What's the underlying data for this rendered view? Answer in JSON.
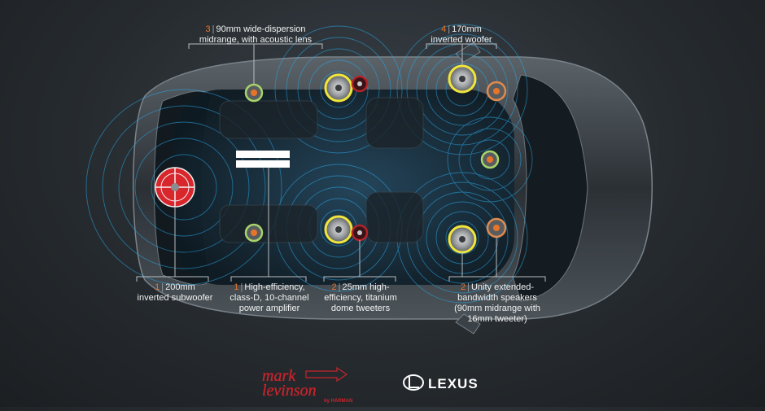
{
  "callouts": {
    "midrange": {
      "count": "3",
      "line1": "90mm wide-dispersion",
      "line2": "midrange, with acoustic lens"
    },
    "woofer": {
      "count": "4",
      "line1": "170mm",
      "line2": "inverted woofer"
    },
    "subwoofer": {
      "count": "1",
      "line1": "200mm",
      "line2": "inverted subwoofer"
    },
    "amplifier": {
      "count": "1",
      "line1": "High-efficiency,",
      "line2": "class-D, 10-channel",
      "line3": "power amplifier"
    },
    "tweeters": {
      "count": "2",
      "line1": "25mm high-",
      "line2": "efficiency, titanium",
      "line3": "dome tweeters"
    },
    "unity": {
      "count": "2",
      "line1": "Unity extended-",
      "line2": "bandwidth speakers",
      "line3": "(90mm midrange with",
      "line4": "16mm tweeter)"
    }
  },
  "brands": {
    "mark_levinson_line1": "mark",
    "mark_levinson_line2": "levinson",
    "mark_levinson_by": "by HARMAN",
    "lexus": "LEXUS"
  },
  "colors": {
    "accent_number": "#e8742a",
    "woofer_ring": "#f1e63c",
    "midrange_ring": "#a6d46a",
    "tweeter_ring": "#b3232a",
    "subwoofer": "#d8262c",
    "wave": "#2aa8e8",
    "brand_red": "#c8242b"
  }
}
